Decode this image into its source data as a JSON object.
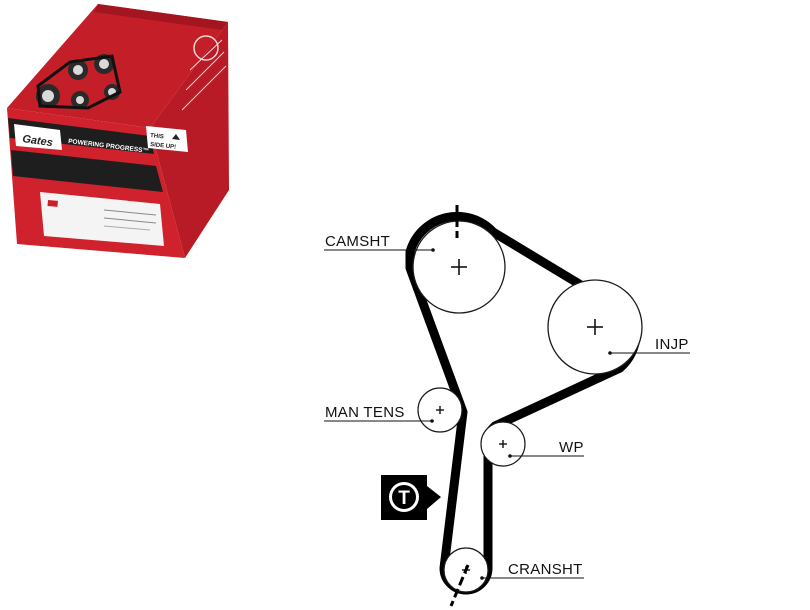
{
  "product_box": {
    "brand_logo": "Gates",
    "slogan": "POWERING PROGRESS™",
    "orientation_label_line1": "THIS",
    "orientation_label_line2": "SIDE UP!",
    "colors": {
      "brand_red": "#cc1f2a",
      "brand_dark_red": "#9e1620",
      "box_black": "#1a1a1a",
      "label_white": "#f4f4f4"
    }
  },
  "diagram": {
    "labels": {
      "camshaft": "CAMSHT",
      "injection_pump": "INJP",
      "manual_tensioner": "MAN TENS",
      "water_pump": "WP",
      "crankshaft": "CRANSHT"
    },
    "tension_marker": "T",
    "colors": {
      "belt": "#000000",
      "pulley_stroke": "#1a1a1a",
      "leader_line": "#111111",
      "marker_bg": "#000000",
      "marker_fg": "#ffffff"
    }
  }
}
